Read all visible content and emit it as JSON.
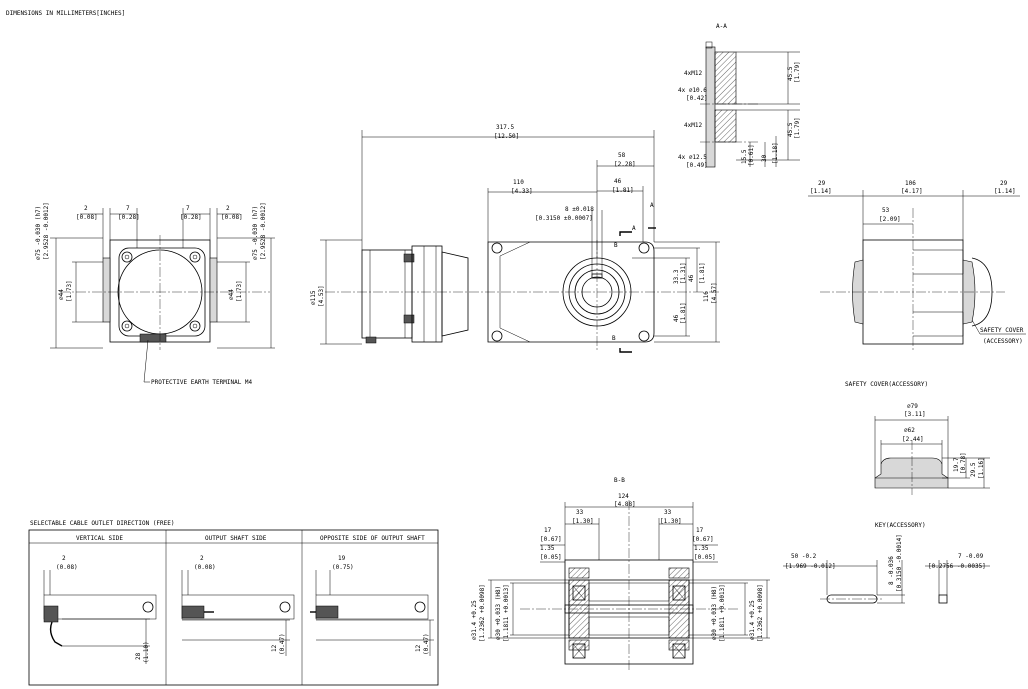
{
  "header": {
    "units_note": "DIMENSIONS IN MILLIMETERS[INCHES]"
  },
  "section_aa": {
    "title": "A-A",
    "labels": [
      "4xM12",
      "4x ∅10.6",
      "[0.42]",
      "4xM12",
      "4x ∅12.5",
      "[0.49]"
    ],
    "dims": [
      "45.5",
      "[1.79]",
      "45.5",
      "[1.79]",
      "15.5",
      "[0.61]",
      "30",
      "[1.18]"
    ]
  },
  "side_view": {
    "dims": [
      "2",
      "[0.08]",
      "7",
      "[0.28]",
      "7",
      "[0.28]",
      "2",
      "[0.08]"
    ],
    "left_dia": [
      "∅75 -0.030 (h7)",
      "[2.9528 -0.0012]"
    ],
    "right_dia": [
      "∅75 -0.030 (h7)",
      "[2.9528 -0.0012]"
    ],
    "bore_left": [
      "∅44",
      "[1.73]"
    ],
    "bore_right": [
      "∅44",
      "[1.73]"
    ],
    "earth_label": "PROTECTIVE EARTH TERMINAL M4"
  },
  "front_view": {
    "overall": [
      "317.5",
      "[12.50]"
    ],
    "d58": [
      "58",
      "[2.28]"
    ],
    "d110": [
      "110",
      "[4.33]"
    ],
    "d46a": [
      "46",
      "[1.81]"
    ],
    "key8": [
      "8 ±0.018",
      "[0.3150 ±0.0007]"
    ],
    "dia115": [
      "∅115",
      "[4.53]"
    ],
    "d33": [
      "33.3",
      "[1.31]"
    ],
    "d46b": [
      "46",
      "[1.81]"
    ],
    "d116": [
      "116",
      "[4.57]"
    ],
    "d46c": [
      "46",
      "[1.81]"
    ],
    "sec_a": "A",
    "sec_b": "B"
  },
  "right_view": {
    "d29a": [
      "29",
      "[1.14]"
    ],
    "d106": [
      "106",
      "[4.17]"
    ],
    "d29b": [
      "29",
      "[1.14]"
    ],
    "d53": [
      "53",
      "[2.09]"
    ],
    "cover_label": [
      "SAFETY COVER",
      "(ACCESSORY)"
    ]
  },
  "safety_cover": {
    "title": "SAFETY COVER(ACCESSORY)",
    "d79": [
      "∅79",
      "[3.11]"
    ],
    "d62": [
      "∅62",
      "[2.44]"
    ],
    "h19": [
      "19.7",
      "[0.78]"
    ],
    "h29": [
      "29.5",
      "[1.16]"
    ]
  },
  "section_bb": {
    "title": "B-B",
    "d124": [
      "124",
      "[4.88]"
    ],
    "d33l": [
      "33",
      "[1.30]"
    ],
    "d33r": [
      "33",
      "[1.30]"
    ],
    "d17l": [
      "17",
      "[0.67]"
    ],
    "d135l": [
      "1.35",
      "[0.05]"
    ],
    "d17r": [
      "17",
      "[0.67]"
    ],
    "d135r": [
      "1.35",
      "[0.05]"
    ],
    "dia_left": [
      "∅31.4 +0.25",
      "[1.2362 +0.0098]",
      "∅30 +0.033 (H8)",
      "[1.1811 +0.0013]"
    ],
    "dia_right": [
      "∅30 +0.033 (H8)",
      "[1.1811 +0.0013]",
      "∅31.4 +0.25",
      "[1.2362 +0.0098]"
    ]
  },
  "key": {
    "title": "KEY(ACCESSORY)",
    "len": [
      "50 -0.2",
      "[1.969 -0.012]"
    ],
    "w": [
      "8 -0.036",
      "[0.3150 -0.0014]"
    ],
    "h": [
      "7 -0.09",
      "[0.2756 -0.0035]"
    ]
  },
  "cable_table": {
    "title": "SELECTABLE CABLE OUTLET DIRECTION (FREE)",
    "headers": [
      "VERTICAL SIDE",
      "OUTPUT SHAFT SIDE",
      "OPPOSITE SIDE OF OUTPUT SHAFT"
    ],
    "top_dims": [
      [
        "2",
        "(0.08)"
      ],
      [
        "2",
        "(0.08)"
      ],
      [
        "19",
        "(0.75)"
      ]
    ],
    "side_dims": [
      [
        "28",
        "(1.10)"
      ],
      [
        "12",
        "(0.47)"
      ],
      [
        "12",
        "(0.47)"
      ]
    ]
  }
}
